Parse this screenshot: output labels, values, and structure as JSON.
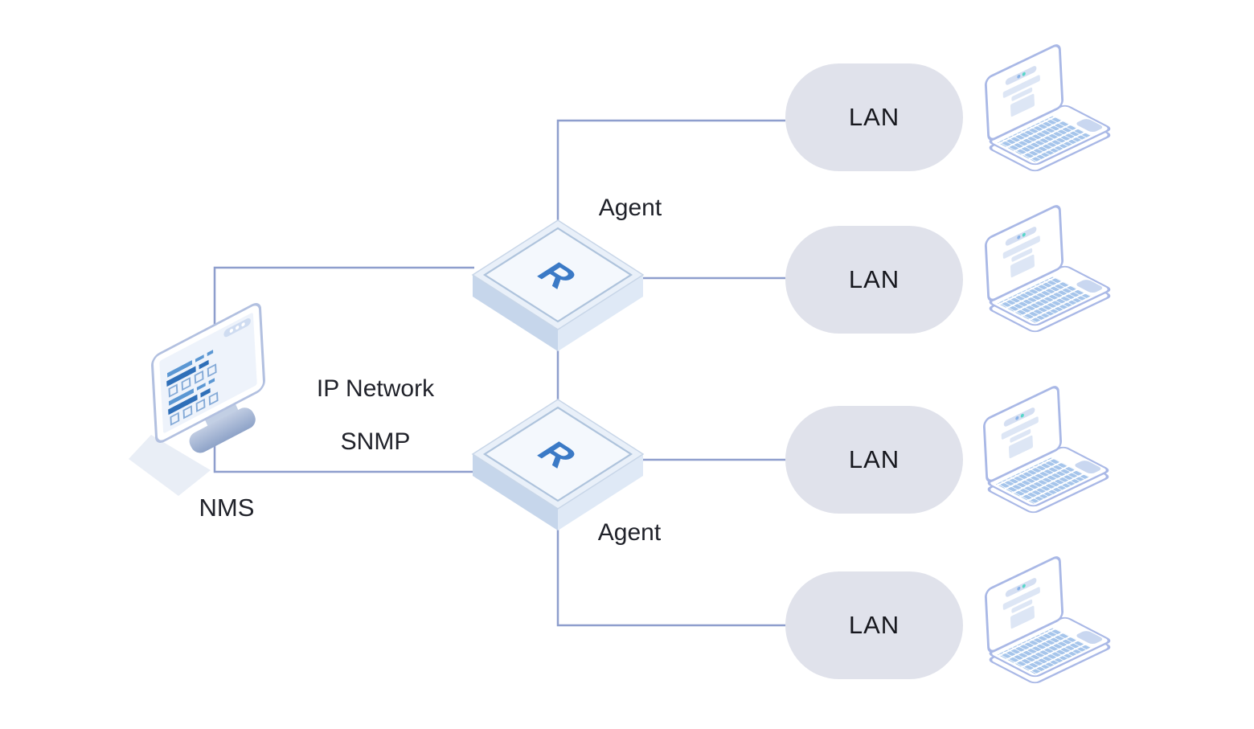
{
  "diagram": {
    "nms": {
      "label": "NMS",
      "icon": "desktop-monitor-icon"
    },
    "network_cloud": {
      "line1": "IP Network",
      "line2": "SNMP"
    },
    "routers": [
      {
        "letter": "R",
        "label": "Agent"
      },
      {
        "letter": "R",
        "label": "Agent"
      }
    ],
    "lans": [
      {
        "label": "LAN",
        "device_icon": "laptop-icon"
      },
      {
        "label": "LAN",
        "device_icon": "laptop-icon"
      },
      {
        "label": "LAN",
        "device_icon": "laptop-icon"
      },
      {
        "label": "LAN",
        "device_icon": "laptop-icon"
      }
    ],
    "colors": {
      "connection_line": "#8e9ecd",
      "lan_pill_fill": "#e0e2eb",
      "router_letter": "#3b7ac6",
      "label_text": "#20222a",
      "illustration_outline": "#a9b8e6",
      "keyboard_keys": "#a6c5eb",
      "screen_bar_dark": "#2f6fb8",
      "screen_bar_light": "#5b97d3",
      "laptop_dot_blue": "#8ab3e8",
      "laptop_dot_teal": "#57d6c9"
    }
  }
}
